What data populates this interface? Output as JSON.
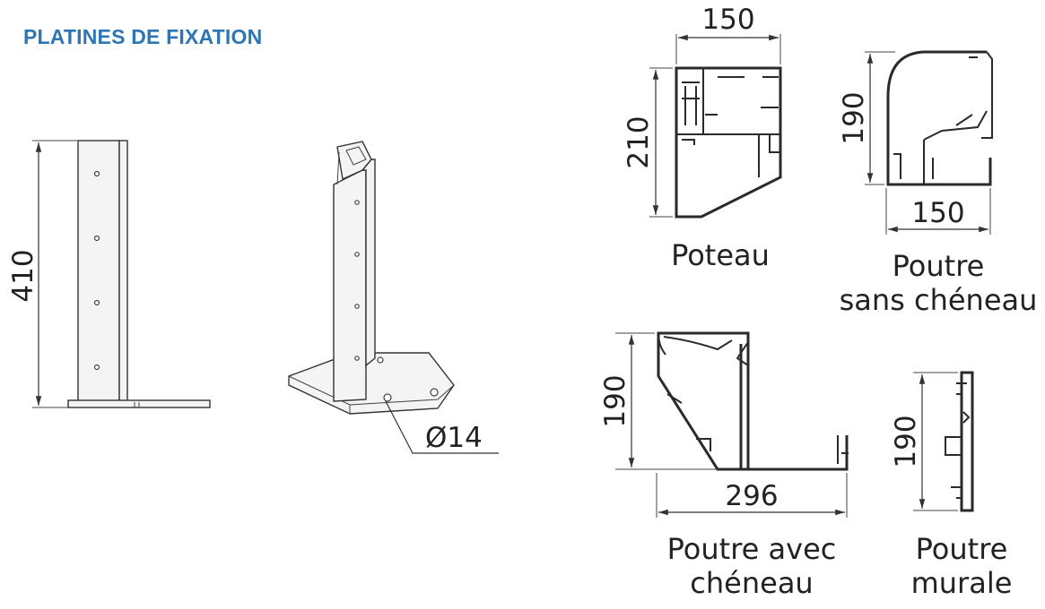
{
  "heading": "PLATINES DE FIXATION",
  "colors": {
    "heading": "#2e75b6",
    "lines": "#333333"
  },
  "plate_front": {
    "dimension_height": "410"
  },
  "plate_iso": {
    "hole_diameter": "Ø14"
  },
  "profiles": {
    "poteau": {
      "caption": [
        "Poteau"
      ],
      "width": "150",
      "height": "210"
    },
    "poutre_sans_cheneau": {
      "caption": [
        "Poutre",
        "sans chéneau"
      ],
      "width": "150",
      "height": "190"
    },
    "poutre_avec_cheneau": {
      "caption": [
        "Poutre avec",
        "chéneau"
      ],
      "width": "296",
      "height": "190"
    },
    "poutre_murale": {
      "caption": [
        "Poutre",
        "murale"
      ],
      "height": "190"
    }
  }
}
